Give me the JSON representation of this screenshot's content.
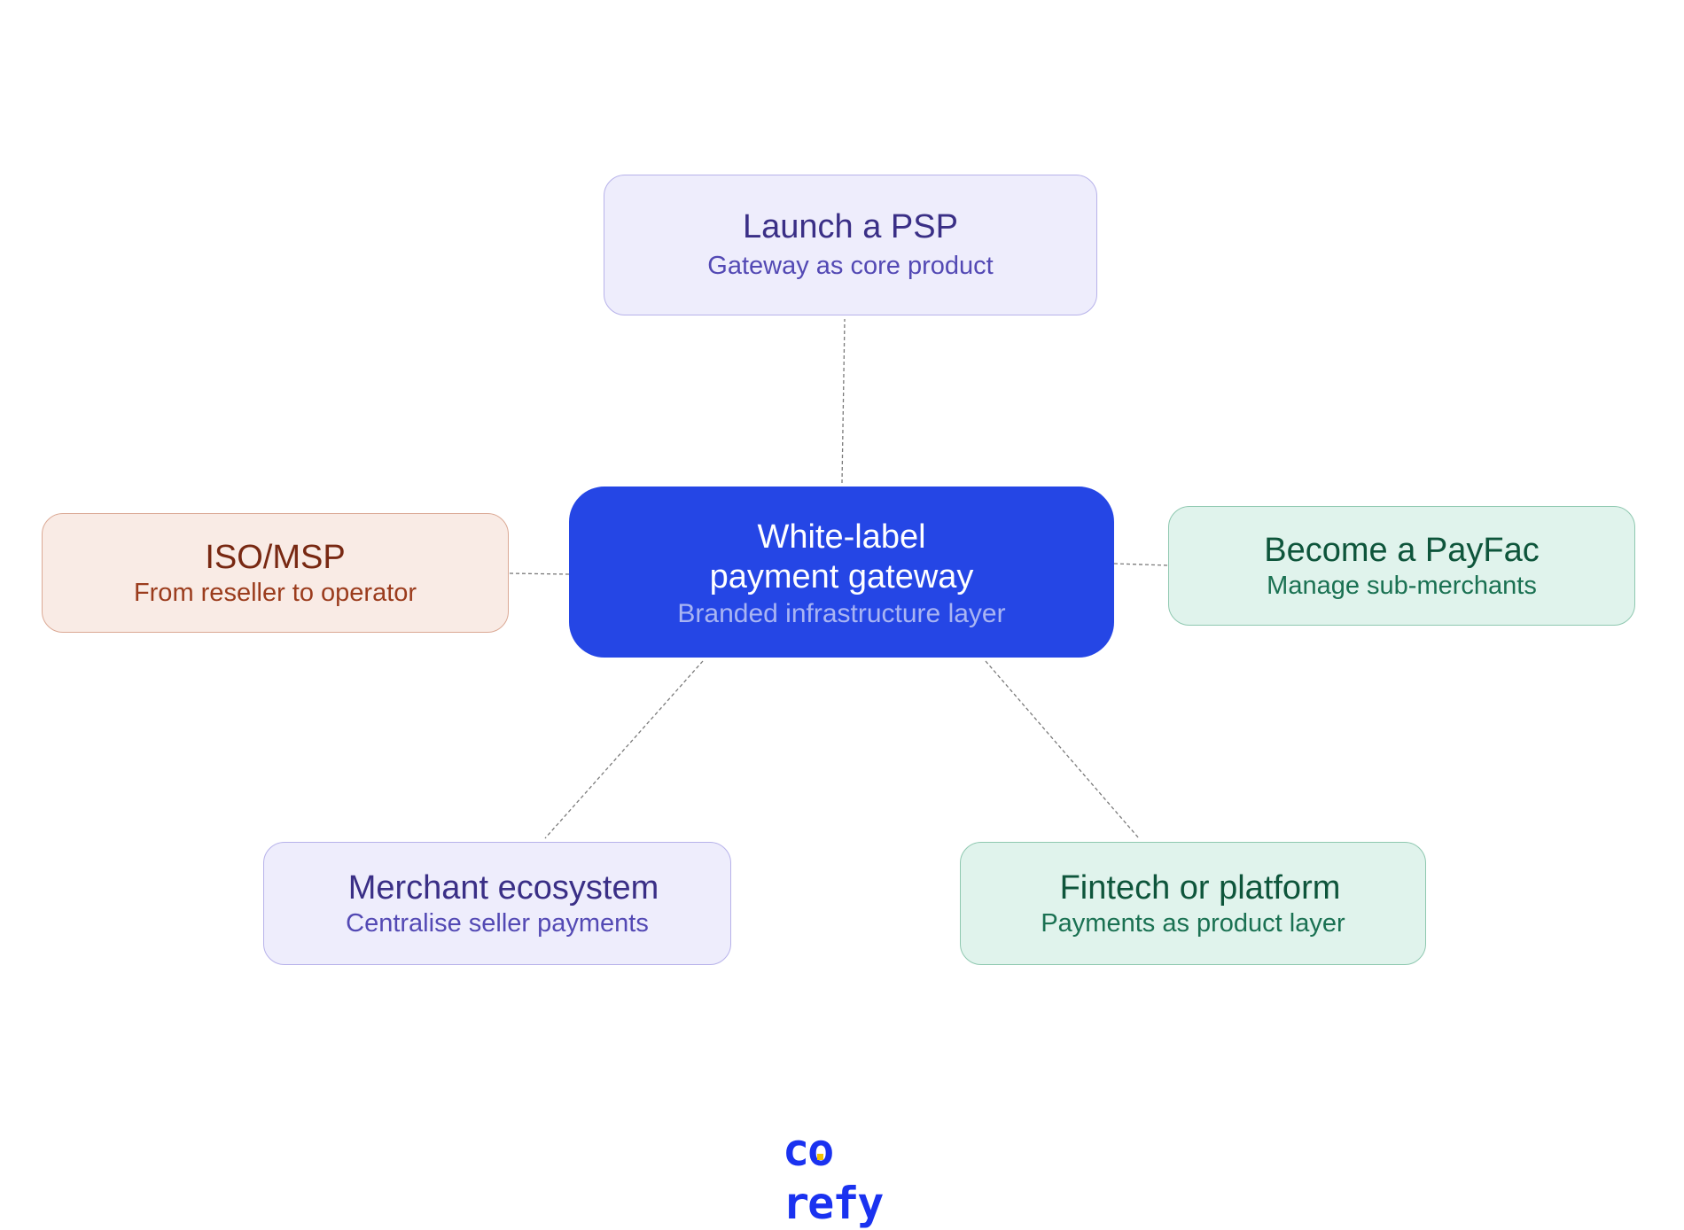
{
  "diagram": {
    "type": "hub-and-spoke",
    "center": {
      "title_line1": "White-label",
      "title_line2": "payment gateway",
      "subtitle": "Branded infrastructure layer",
      "color": "#2546e5"
    },
    "nodes": {
      "psp": {
        "title": "Launch a PSP",
        "subtitle": "Gateway as core product",
        "theme": "violet"
      },
      "iso": {
        "title": "ISO/MSP",
        "subtitle": "From reseller to operator",
        "theme": "peach"
      },
      "payfac": {
        "title": "Become a PayFac",
        "subtitle": "Manage sub-merchants",
        "theme": "mint"
      },
      "merchant": {
        "title": "Merchant ecosystem",
        "subtitle": "Centralise seller payments",
        "theme": "violet"
      },
      "fintech": {
        "title": "Fintech or platform",
        "subtitle": "Payments as product layer",
        "theme": "mint"
      }
    },
    "connections": [
      {
        "from": "center",
        "to": "psp"
      },
      {
        "from": "center",
        "to": "iso"
      },
      {
        "from": "center",
        "to": "payfac"
      },
      {
        "from": "center",
        "to": "merchant"
      },
      {
        "from": "center",
        "to": "fintech"
      }
    ]
  },
  "brand": {
    "logo_text_before": "c",
    "logo_text_o": "o",
    "logo_text_after": "refy",
    "logo_color": "#1a32f0",
    "logo_accent": "#f5c400"
  }
}
